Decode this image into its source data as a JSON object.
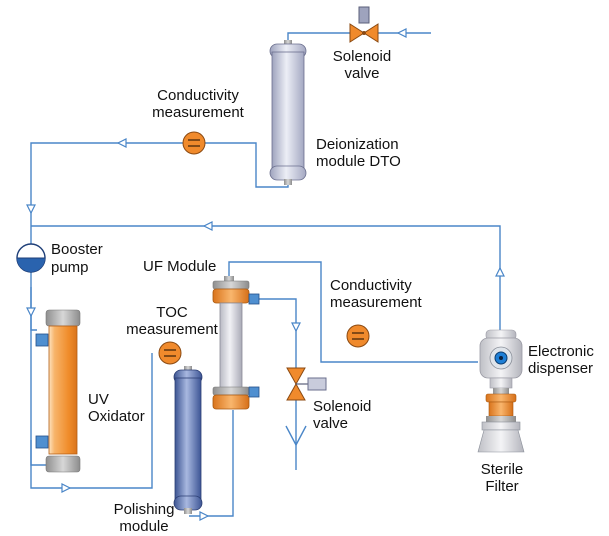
{
  "labels": {
    "solenoid_valve_top": [
      "Solenoid",
      "valve"
    ],
    "conductivity_top": [
      "Conductivity",
      "measurement"
    ],
    "deionization": [
      "Deionization",
      "module DTO"
    ],
    "booster_pump": [
      "Booster",
      "pump"
    ],
    "uf_module": "UF Module",
    "toc": [
      "TOC",
      "measurement"
    ],
    "conductivity_right": [
      "Conductivity",
      "measurement"
    ],
    "uv_oxidator": [
      "UV",
      "Oxidator"
    ],
    "solenoid_valve_mid": [
      "Solenoid",
      "valve"
    ],
    "electronic_dispenser": [
      "Electronic",
      "dispenser"
    ],
    "sterile_filter": [
      "Sterile",
      "Filter"
    ],
    "polishing_module": [
      "Polishing",
      "module"
    ]
  },
  "colors": {
    "pipe": "#4a86c8",
    "meter": "#f08a2c",
    "uv_tube": "#f29a3a",
    "deionization_tank": "#c9ccdc",
    "polishing_tank": "#6f86c0",
    "valve": "#f08a2c"
  }
}
